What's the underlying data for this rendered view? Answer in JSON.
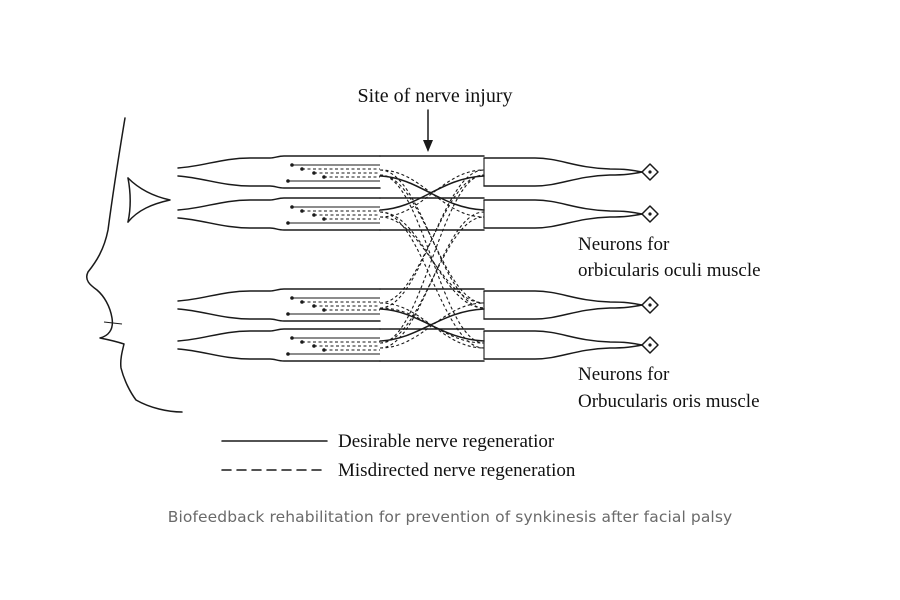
{
  "diagram": {
    "injury_label": "Site of nerve injury",
    "oculi_label_line1": "Neurons for",
    "oculi_label_line2": "orbicularis oculi muscle",
    "oris_label_line1": "Neurons for",
    "oris_label_line2": "Orbucularis oris muscle",
    "legend_solid": "Desirable nerve regeneratior",
    "legend_dashed": "Misdirected nerve regeneration",
    "icons": [
      "face-profile-drawing",
      "eye-shape",
      "diamond-endplate-icon",
      "down-arrow"
    ],
    "colors": {
      "ink": "#1a1a1a",
      "caption": "#6a6a6a",
      "background": "#ffffff"
    }
  },
  "caption": "Biofeedback rehabilitation for prevention of synkinesis after facial palsy"
}
